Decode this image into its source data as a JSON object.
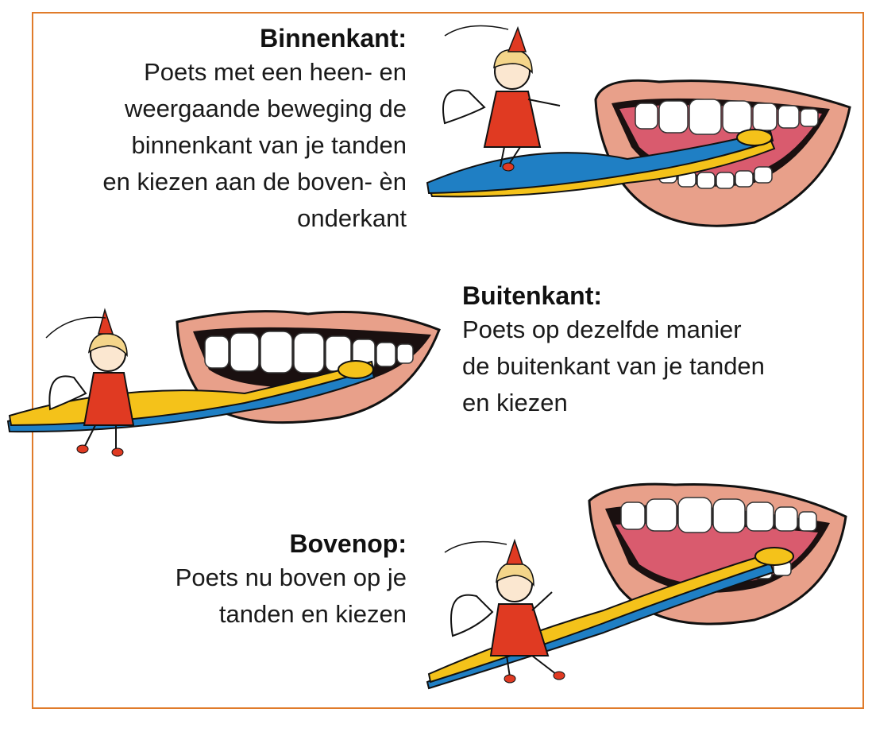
{
  "sections": [
    {
      "heading": "Binnenkant:",
      "lines": [
        "Poets met een heen- en",
        "weergaande beweging de",
        "binnenkant van je tanden",
        "en kiezen aan de boven- èn",
        "onderkant"
      ]
    },
    {
      "heading": "Buitenkant:",
      "lines": [
        "Poets op dezelfde manier",
        "de buitenkant van je tanden",
        "en kiezen"
      ]
    },
    {
      "heading": "Bovenop:",
      "lines": [
        "Poets nu boven op je",
        "tanden en kiezen"
      ]
    }
  ],
  "colors": {
    "border": "#e07b2a",
    "lips": "#e8a08a",
    "gums": "#d95b6e",
    "brush_blue": "#1f7fc4",
    "brush_yellow": "#f4c21a",
    "dress": "#e03a22"
  }
}
